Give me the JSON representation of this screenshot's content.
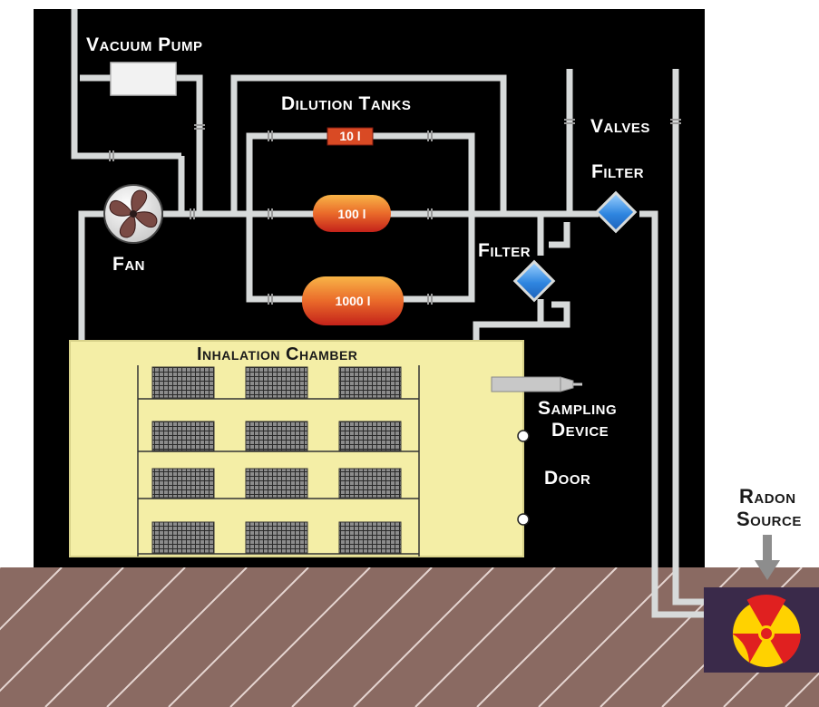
{
  "labels": {
    "vacuum_pump": "Vacuum Pump",
    "dilution_tanks": "Dilution Tanks",
    "valves": "Valves",
    "filter_right": "Filter",
    "filter_center": "Filter",
    "fan": "Fan",
    "inhalation_chamber": "Inhalation Chamber",
    "sampling_device_line1": "Sampling",
    "sampling_device_line2": "Device",
    "door": "Door",
    "radon_source_line1": "Radon",
    "radon_source_line2": "Source"
  },
  "tanks": {
    "small": "10 l",
    "medium": "100 l",
    "large": "1000 l"
  },
  "colors": {
    "background": "#000000",
    "pipe": "#d7dada",
    "chamber": "#f4eea6",
    "floor": "#8a6a62",
    "floor_stripe": "#e6d6d2",
    "filter": "#3a8ee6",
    "tank_gradient_light": "#f5a53c",
    "tank_gradient_dark": "#cc2a1e",
    "radon_yellow": "#ffd200",
    "radon_red": "#e02020"
  },
  "icons": {
    "fan": "fan-icon",
    "filter": "diamond-filter-icon",
    "radon": "radiation-trefoil-icon"
  }
}
